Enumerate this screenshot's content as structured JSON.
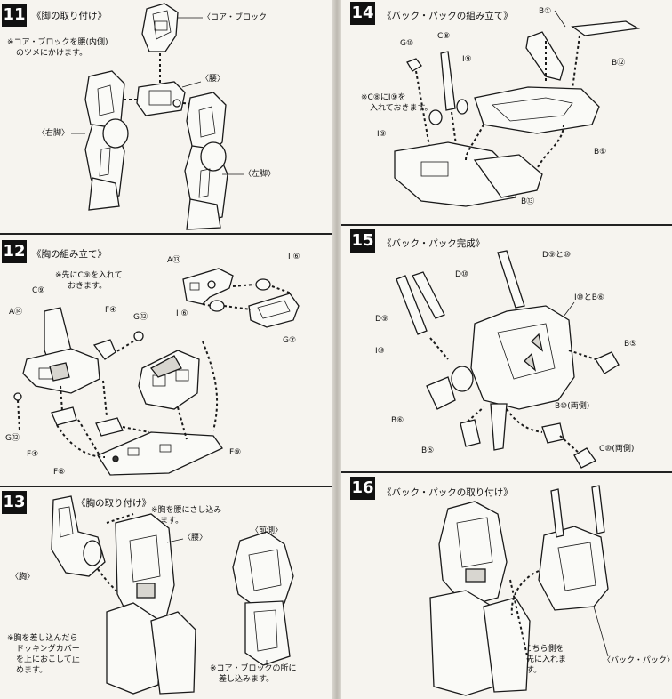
{
  "steps": [
    {
      "num": "11",
      "title": "《脚の取り付け》",
      "note": [
        "※コア・ブロックを腰(内側)",
        "のツメにかけます。"
      ],
      "labels": {
        "core_block": "〈コア・ブロック",
        "waist": "〈腰〉",
        "right_leg": "〈右脚〉",
        "left_leg": "〈左脚〉"
      }
    },
    {
      "num": "12",
      "title": "《胸の組み立て》",
      "note": [
        "※先にC⑨を入れて",
        "おきます。"
      ],
      "labels": {
        "a13": "A⑬",
        "i6_top": "I ⑥",
        "i6_left": "I ⑥",
        "g7": "G⑦",
        "c9": "C⑨",
        "a14": "A⑭",
        "f4_top": "F④",
        "g12_top": "G⑫",
        "g12_left": "G⑫",
        "f4_bottom": "F④",
        "f8": "F⑧",
        "f9": "F⑨"
      }
    },
    {
      "num": "13",
      "title": "《胸の取り付け》",
      "note_top": [
        "※胸を腰にさし込み",
        "ます。"
      ],
      "note_left": [
        "※胸を差し込んだら",
        "ドッキングカバー",
        "を上におこして止",
        "めます。"
      ],
      "note_bottom": [
        "※コア・ブロックの所に",
        "差し込みます。"
      ],
      "labels": {
        "chest": "〈胸〉",
        "waist": "〈腰〉",
        "front": "〈前側〉"
      }
    },
    {
      "num": "14",
      "title": "《バック・パックの組み立て》",
      "note": [
        "※C⑧にI⑨を",
        "入れておきます。"
      ],
      "labels": {
        "b1": "B①",
        "g10": "G⑩",
        "c8": "C⑧",
        "i9": "I⑨",
        "b12": "B⑫",
        "i9_left": "I⑨",
        "b9": "B⑨",
        "b13": "B⑬"
      }
    },
    {
      "num": "15",
      "title": "《バック・パック完成》",
      "labels": {
        "d9_10": "D⑨と⑩",
        "d10": "D⑩",
        "i10_b6": "I⑩とB⑥",
        "d9": "D⑨",
        "i10": "I⑩",
        "b5_right": "B⑤",
        "b6": "B⑥",
        "b10": "B⑩(両側)",
        "b5_bottom": "B⑤",
        "c10": "C⑩(両側)"
      }
    },
    {
      "num": "16",
      "title": "《バック・パックの取り付け》",
      "note": [
        "※こちら側を",
        "先に入れま",
        "す。"
      ],
      "labels": {
        "backpack": "〈バック・パック〉"
      }
    }
  ]
}
